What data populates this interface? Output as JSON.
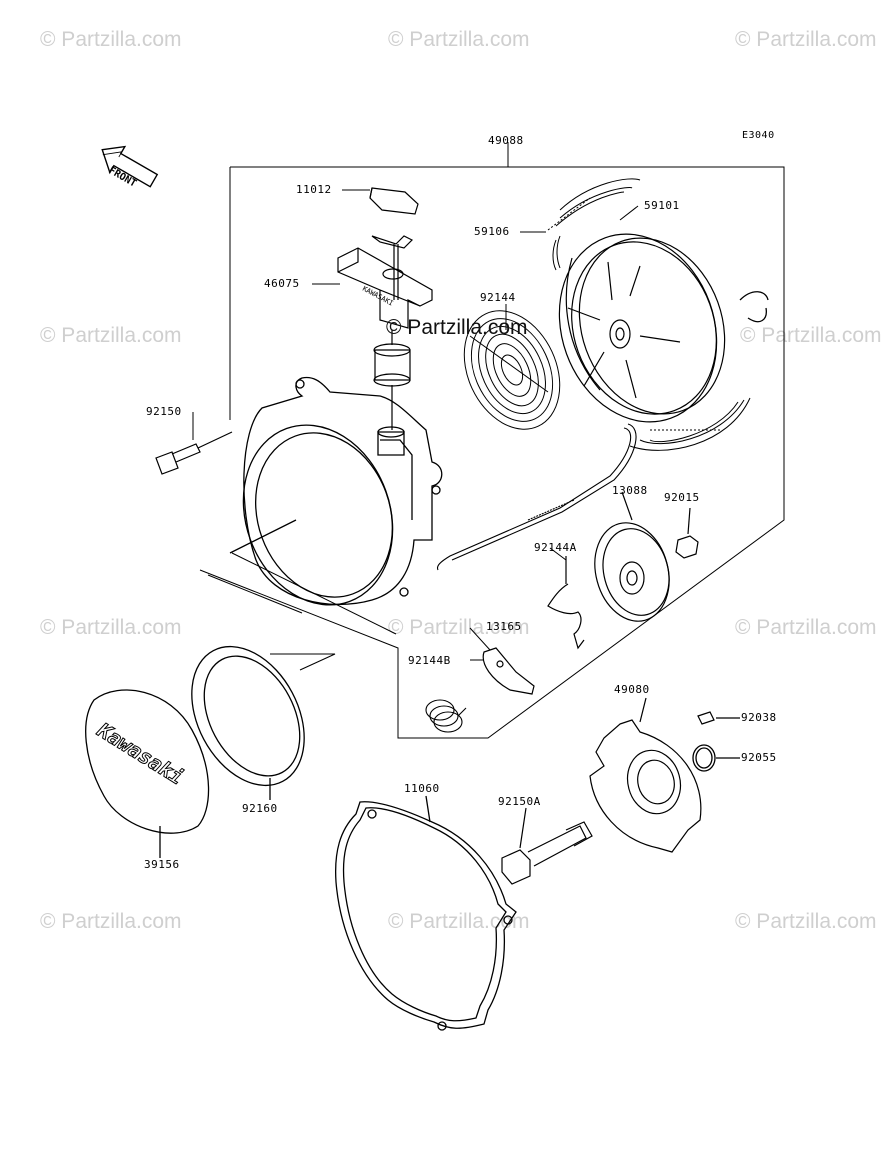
{
  "diagram_code": "E3040",
  "watermarks": [
    "© Partzilla.com",
    "© Partzilla.com",
    "© Partzilla.com",
    "© Partzilla.com",
    "© Partzilla.com",
    "© Partzilla.com",
    "© Partzilla.com",
    "© Partzilla.com",
    "© Partzilla.com",
    "© Partzilla.com",
    "© Partzilla.com"
  ],
  "center_watermark": "© Partzilla.com",
  "front_arrow_text": "FRONT",
  "brand_text": "Kawasaki",
  "handle_text": "KAWASAKI",
  "parts": {
    "p49088": "49088",
    "p11012": "11012",
    "p59106": "59106",
    "p59101": "59101",
    "p46075": "46075",
    "p92144": "92144",
    "p92150": "92150",
    "p13088": "13088",
    "p92015": "92015",
    "p92144A": "92144A",
    "p13165": "13165",
    "p92144B": "92144B",
    "p49080": "49080",
    "p92038": "92038",
    "p92055": "92055",
    "p92160": "92160",
    "p11060": "11060",
    "p92150A": "92150A",
    "p39156": "39156"
  }
}
